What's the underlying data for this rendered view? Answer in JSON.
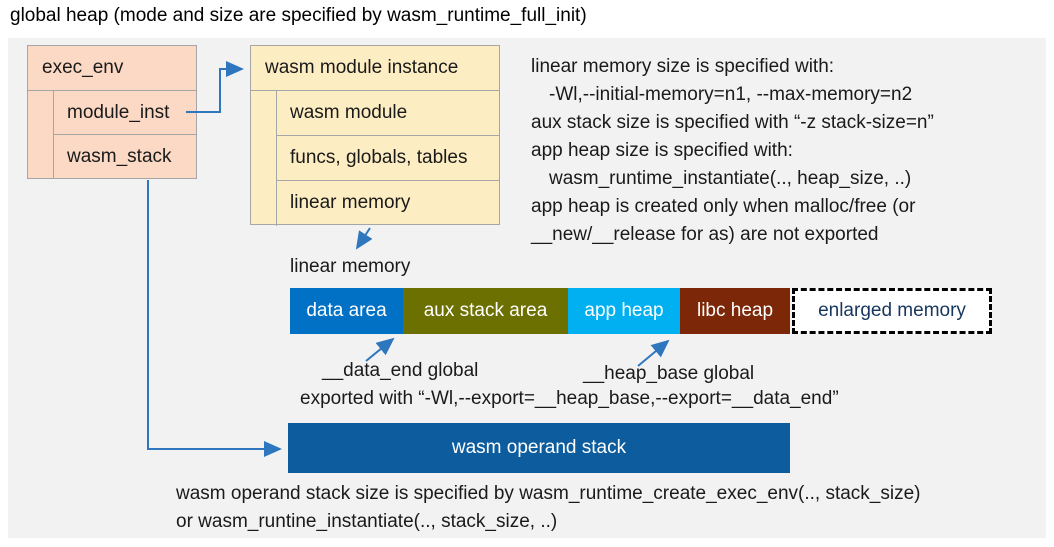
{
  "title": "global heap (mode and size are specified by wasm_runtime_full_init)",
  "exec_env": {
    "header": "exec_env",
    "rows": [
      "module_inst",
      "wasm_stack"
    ]
  },
  "module_instance": {
    "header": "wasm module instance",
    "rows": [
      "wasm module",
      "funcs, globals, tables",
      "linear memory"
    ]
  },
  "notes_top": {
    "lines": [
      "linear memory size is specified with:",
      "-Wl,--initial-memory=n1, --max-memory=n2",
      "aux stack size is specified with “-z stack-size=n”",
      "app heap size is specified with:",
      "wasm_runtime_instantiate(.., heap_size, ..)",
      "app heap is created only when malloc/free (or",
      "__new/__release for as) are not exported"
    ]
  },
  "memory": {
    "label": "linear memory",
    "segments": [
      {
        "label": "data area",
        "color": "#0071c5"
      },
      {
        "label": "aux stack area",
        "color": "#6c7000"
      },
      {
        "label": "app heap",
        "color": "#00b0f0"
      },
      {
        "label": "libc heap",
        "color": "#7b2708"
      }
    ],
    "enlarged": {
      "label": "enlarged memory",
      "text_color": "#17365d"
    }
  },
  "annotations": {
    "data_end": "__data_end global",
    "heap_base": "__heap_base global",
    "exported": "exported with “-Wl,--export=__heap_base,--export=__data_end”"
  },
  "operand_stack": {
    "label": "wasm operand stack",
    "color": "#0d5c9e"
  },
  "notes_bottom": {
    "lines": [
      "wasm operand stack size is specified by wasm_runtime_create_exec_env(.., stack_size)",
      "or wasm_runtine_instantiate(.., stack_size, ..)"
    ]
  },
  "colors": {
    "panel_bg": "#f2f2f2",
    "exec_box_fill": "#fbd9c5",
    "inst_box_fill": "#fdedc3",
    "box_border": "#a6a6a6",
    "arrow": "#2e77be",
    "enlarged_text": "#17365d"
  }
}
